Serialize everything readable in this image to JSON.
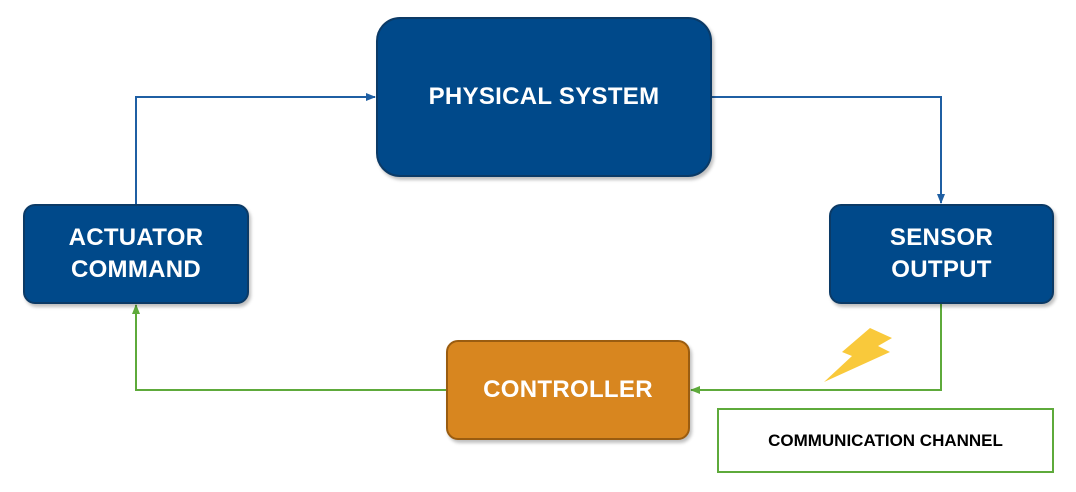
{
  "blocks": {
    "physical_system": "PHYSICAL SYSTEM",
    "actuator_command": "ACTUATOR\nCOMMAND",
    "sensor_output": "SENSOR\nOUTPUT",
    "controller": "CONTROLLER"
  },
  "communication_channel": "COMMUNICATION CHANNEL",
  "colors": {
    "block_blue": "#00498a",
    "controller_orange": "#d8861f",
    "arrow_blue": "#1f5fa3",
    "arrow_green": "#5eaa3b",
    "bolt_yellow": "#f9c93b"
  },
  "icons": {
    "lightning": "lightning-bolt-icon"
  }
}
